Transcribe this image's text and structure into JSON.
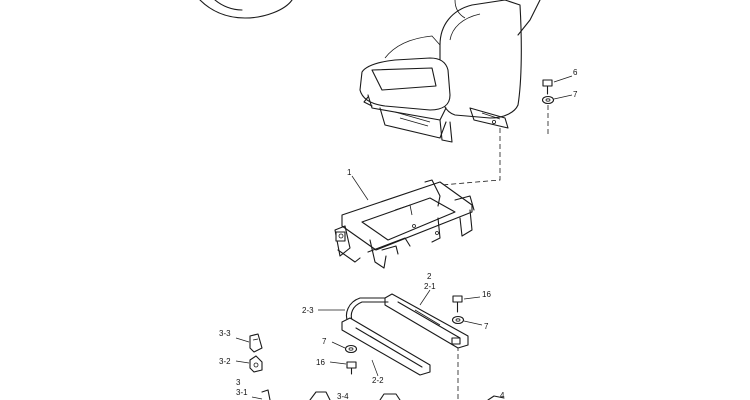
{
  "callouts": {
    "c1": "1",
    "c2": "2",
    "c2_1": "2-1",
    "c2_2": "2-2",
    "c2_3": "2-3",
    "c3": "3",
    "c3_1": "3-1",
    "c3_2": "3-2",
    "c3_3": "3-3",
    "c3_4": "3-4",
    "c4": "4",
    "c6": "6",
    "c7_top": "7",
    "c7_mid": "7",
    "c7_left": "7",
    "c16_right": "16",
    "c16_left": "16"
  },
  "colors": {
    "ink": "#1a1a1a",
    "paper": "#ffffff"
  }
}
